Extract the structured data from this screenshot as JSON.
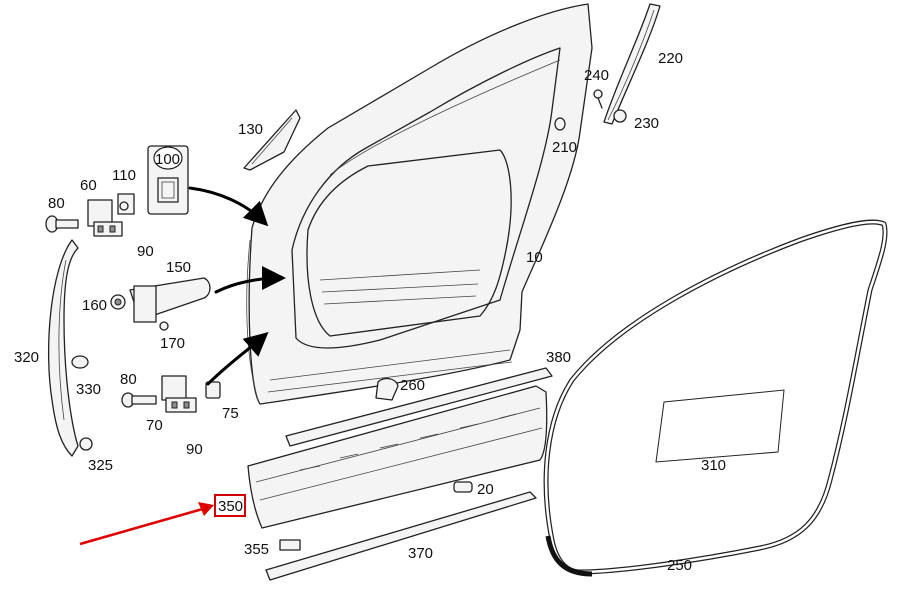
{
  "labels": {
    "p10": "10",
    "p20": "20",
    "p60": "60",
    "p70": "70",
    "p75": "75",
    "p80a": "80",
    "p80b": "80",
    "p90a": "90",
    "p90b": "90",
    "p100": "100",
    "p110": "110",
    "p130": "130",
    "p150": "150",
    "p160": "160",
    "p170": "170",
    "p210": "210",
    "p220": "220",
    "p230": "230",
    "p240": "240",
    "p250": "250",
    "p260": "260",
    "p310": "310",
    "p320": "320",
    "p325": "325",
    "p330": "330",
    "p350": "350",
    "p355": "355",
    "p370": "370",
    "p380": "380"
  },
  "highlight": {
    "part": "350",
    "box_color": "#d40000",
    "arrow_color": "#e00000"
  }
}
